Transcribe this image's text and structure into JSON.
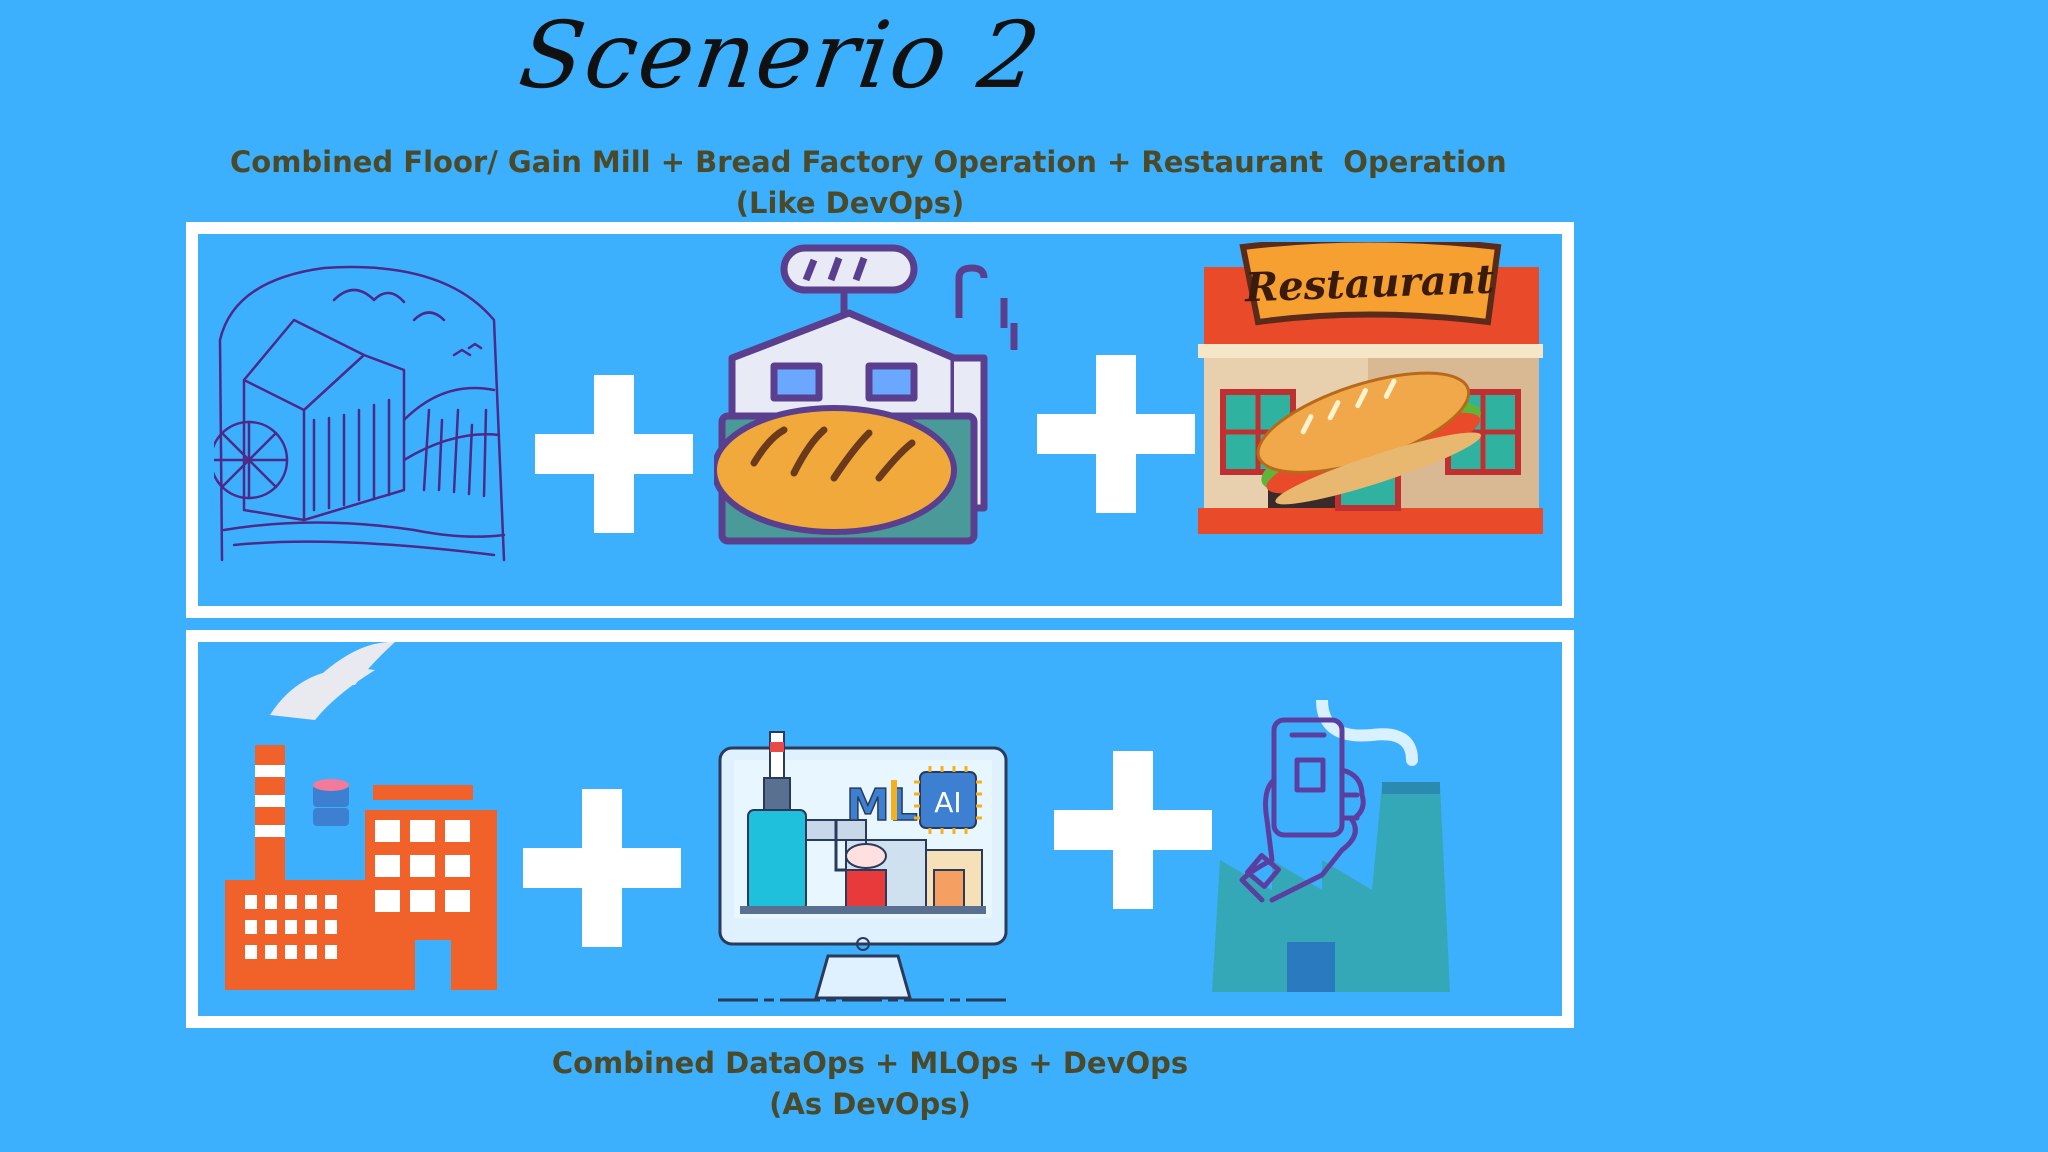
{
  "title": "Scenerio 2",
  "top_caption": {
    "line1": "Combined Floor/ Gain Mill + Bread Factory Operation + Restaurant  Operation",
    "line2": "(Like DevOps)"
  },
  "bottom_caption": {
    "line1": "Combined DataOps + MLOps + DevOps",
    "line2": "(As DevOps)"
  },
  "top_row": {
    "sign_text": "Restaurant"
  },
  "bottom_row": {
    "ml_text": "ML",
    "ai_text": "AI"
  },
  "colors": {
    "background": "#3db0fd",
    "frame": "#ffffff",
    "caption": "#4a4a2a",
    "factory_orange": "#f0622a"
  },
  "icons": [
    "grain-mill-icon",
    "bread-factory-icon",
    "restaurant-icon",
    "dataops-factory-icon",
    "mlops-computer-icon",
    "devops-smart-factory-icon",
    "plus-icon"
  ]
}
